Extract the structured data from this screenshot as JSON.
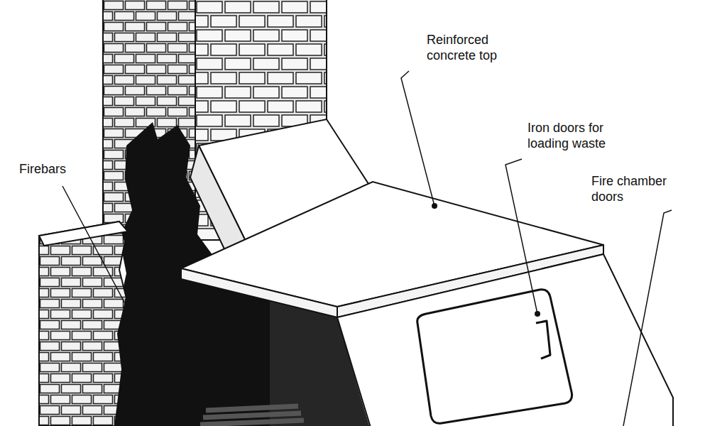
{
  "diagram": {
    "labels": [
      "Reinforced concrete top",
      "Iron doors for loading waste",
      "Fire chamber doors",
      "Firebars"
    ]
  }
}
